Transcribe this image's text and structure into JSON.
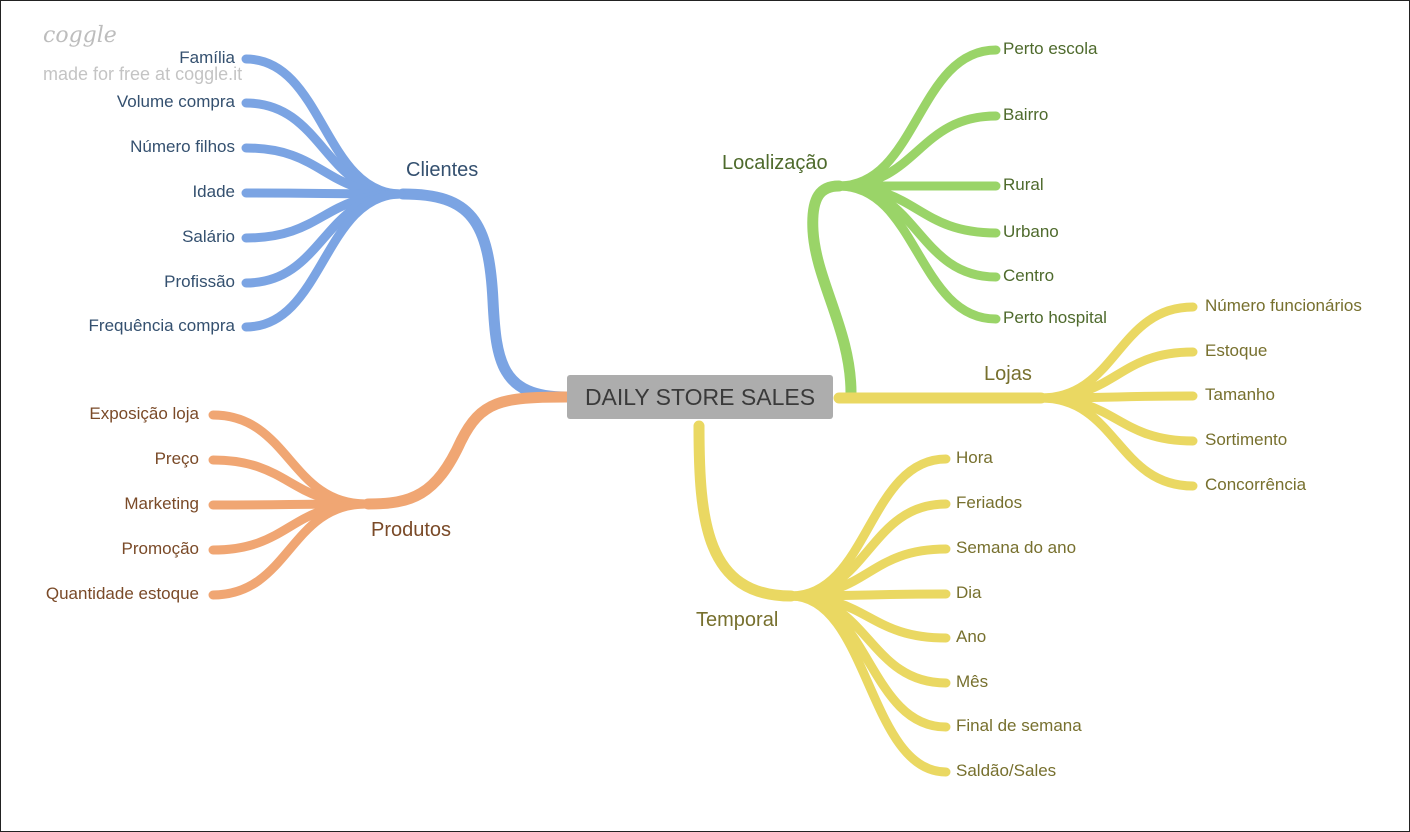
{
  "watermark": {
    "logo": "coggle",
    "text": "made for free at coggle.it"
  },
  "center": {
    "label": "DAILY STORE SALES"
  },
  "branches": {
    "clientes": {
      "label": "Clientes",
      "color": "#7ba4e3",
      "text_color": "#34506f",
      "items": [
        "Família",
        "Volume compra",
        "Número filhos",
        "Idade",
        "Salário",
        "Profissão",
        "Frequência compra"
      ]
    },
    "produtos": {
      "label": "Produtos",
      "color": "#f0a673",
      "text_color": "#7a4a28",
      "items": [
        "Exposição loja",
        "Preço",
        "Marketing",
        "Promoção",
        "Quantidade estoque"
      ]
    },
    "localizacao": {
      "label": "Localização",
      "color": "#9ad468",
      "text_color": "#4e6a2c",
      "items": [
        "Perto escola",
        "Bairro",
        "Rural",
        "Urbano",
        "Centro",
        "Perto hospital"
      ]
    },
    "lojas": {
      "label": "Lojas",
      "color": "#ead862",
      "text_color": "#77702e",
      "items": [
        "Número funcionários",
        "Estoque",
        "Tamanho",
        "Sortimento",
        "Concorrência"
      ]
    },
    "temporal": {
      "label": "Temporal",
      "color": "#ead862",
      "text_color": "#77702e",
      "items": [
        "Hora",
        "Feriados",
        "Semana do ano",
        "Dia",
        "Ano",
        "Mês",
        "Final de semana",
        "Saldão/Sales"
      ]
    }
  }
}
